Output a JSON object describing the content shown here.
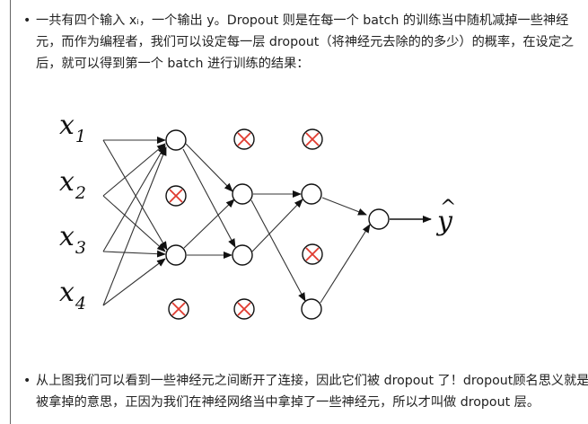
{
  "paragraph_1": {
    "lines": [
      "一共有四个输入 xᵢ，一个输出 y。Dropout 则是在每一个 batch 的训练当中随机减掉一些神经",
      "元，而作为编程者，我们可以设定每一层 dropout（将神经元去除的的多少）的概率，在设定之",
      "后，就可以得到第一个 batch 进行训练的结果："
    ]
  },
  "paragraph_2": {
    "lines": [
      "从上图我们可以看到一些神经元之间断开了连接，因此它们被 dropout 了！dropout顾名思义就是",
      "被拿掉的意思，正因为我们在神经网络当中拿掉了一些神经元，所以才叫做 dropout 层。"
    ]
  },
  "diagram": {
    "inputs": [
      {
        "base": "x",
        "sub": "1"
      },
      {
        "base": "x",
        "sub": "2"
      },
      {
        "base": "x",
        "sub": "3"
      },
      {
        "base": "x",
        "sub": "4"
      }
    ],
    "output": {
      "base": "y",
      "hat": "^"
    },
    "colors": {
      "stroke": "#111111",
      "dropped": "#e03a2f"
    }
  }
}
